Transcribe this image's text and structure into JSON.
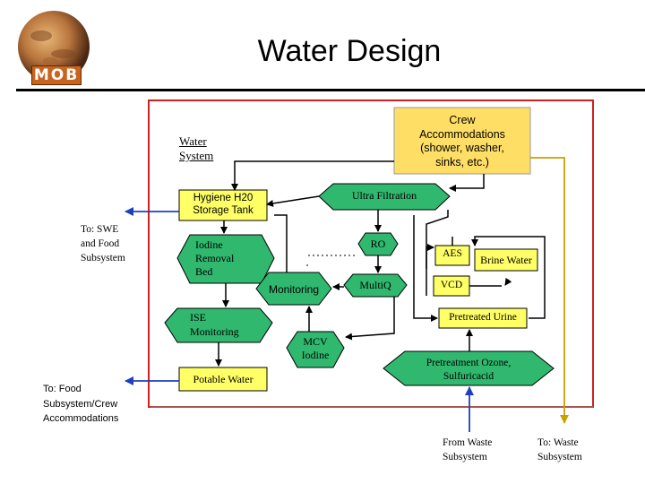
{
  "slide": {
    "title": "Water Design",
    "logo_text": "MOB"
  },
  "diagram": {
    "water_system_label": [
      "Water",
      "System"
    ],
    "crew_accommodations": [
      "Crew",
      "Accommodations",
      "(shower, washer,",
      "sinks, etc.)"
    ],
    "hygiene_storage": [
      "Hygiene H20",
      "Storage Tank"
    ],
    "ultra_filtration": "Ultra Filtration",
    "iodine_removal": [
      "Iodine",
      "Removal",
      "Bed"
    ],
    "ro": "RO",
    "aes": "AES",
    "brine_water": "Brine Water",
    "monitoring": "Monitoring",
    "multi_q": "MultiQ",
    "vcd": "VCD",
    "ise_monitoring": [
      "ISE",
      "Monitoring"
    ],
    "pretreated_urine": "Pretreated Urine",
    "mcv_iodine": [
      "MCV",
      "Iodine"
    ],
    "potable_water": "Potable Water",
    "pretreatment": [
      "Pretreatment Ozone,",
      "Sulfuricacid"
    ],
    "to_swe": [
      "To: SWE",
      "and Food",
      "Subsystem"
    ],
    "to_food": [
      "To: Food",
      "Subsystem/Crew",
      "Accommodations"
    ],
    "from_waste": [
      "From Waste",
      "Subsystem"
    ],
    "to_waste": [
      "To: Waste",
      "Subsystem"
    ]
  },
  "colors": {
    "hex_fill": "#2fb86e",
    "box_fill": "#ffff66",
    "crew_fill": "#ffde66",
    "frame_red": "#d02020",
    "arrow_blue": "#1f3fbf",
    "arrow_gold": "#c8a000"
  }
}
